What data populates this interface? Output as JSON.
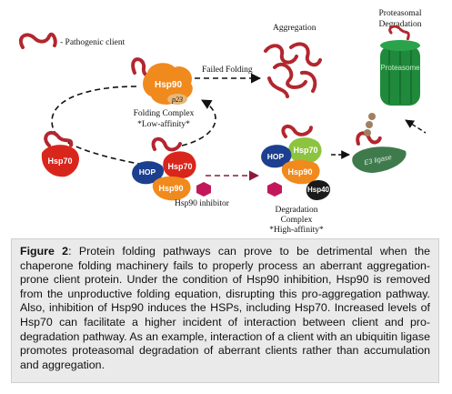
{
  "figure": {
    "legend_pathogenic_client": "- Pathogenic client",
    "hsp90_label": "Hsp90",
    "p23_label": "p23",
    "folding_complex_title": "Folding Complex",
    "folding_complex_affinity": "*Low-affinity*",
    "failed_folding_label": "Failed Folding",
    "aggregation_label": "Aggregation",
    "proteasomal_degradation_line1": "Proteasomal",
    "proteasomal_degradation_line2": "Degradation",
    "proteasome_label": "Proteasome",
    "hsp70_label": "Hsp70",
    "hop_label": "HOP",
    "hsp40_label": "Hsp40",
    "e3_ligase_label": "E3 ligase",
    "hsp90_inhibitor_label": "Hsp90 inhibitor",
    "degradation_complex_line1": "Degradation",
    "degradation_complex_line2": "Complex",
    "degradation_complex_affinity": "*High-affinity*"
  },
  "colors": {
    "client": "#b3262e",
    "hsp90": "#f08a1d",
    "hsp70": "#d9261c",
    "hop": "#1c3f8f",
    "hsp40": "#1a1a1a",
    "hsp70_green": "#8dc43f",
    "proteasome": "#1f8a3b",
    "e3_ligase": "#3f7a4c",
    "ubiquitin": "#a08060",
    "inhibitor": "#c2185b"
  },
  "caption": {
    "label": "Figure 2",
    "text": ": Protein folding pathways can prove to be detrimental when the chaperone folding machinery fails to properly process an aberrant aggregation-prone client protein. Under the condition of Hsp90 inhibition, Hsp90 is removed from the unproductive folding equation, disrupting this pro-aggregation pathway. Also, inhibition of Hsp90 induces the HSPs, including Hsp70. Increased levels of Hsp70 can facilitate a higher incident of interaction between client and pro-degradation pathway. As an example, interaction of a client with an ubiquitin ligase promotes proteasomal degradation of aberrant clients rather than accumulation and aggregation."
  }
}
